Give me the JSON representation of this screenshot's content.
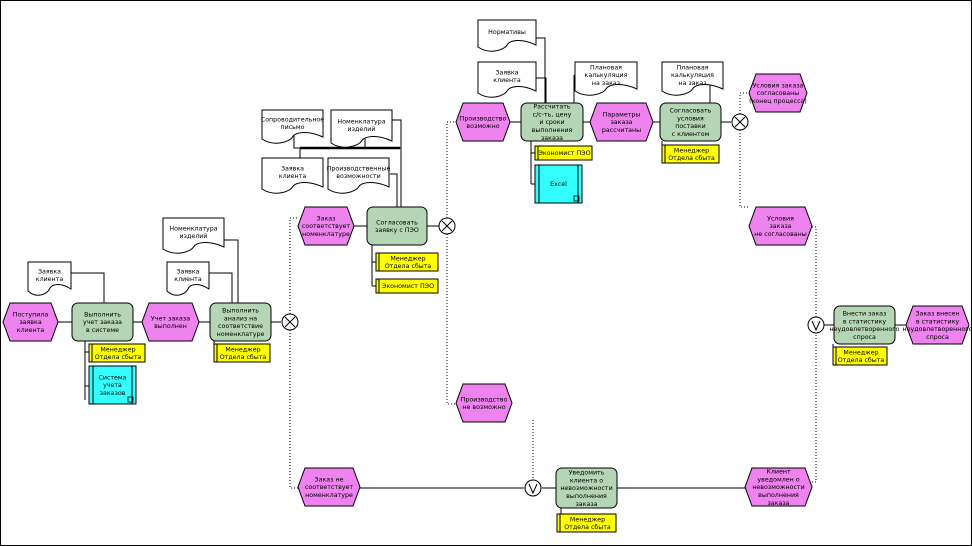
{
  "colors": {
    "event_fill": "#ee82ee",
    "function_fill": "#b5d6b5",
    "role_fill": "#ffff00",
    "system_fill": "#33ffff",
    "doc_fill": "#ffffff",
    "stroke": "#000000"
  },
  "events": {
    "e1": [
      "Поступила",
      "заявка",
      "клиента"
    ],
    "e2": [
      "Учет заказа",
      "выполнен"
    ],
    "e3": [
      "Заказ",
      "соответствует",
      "номенклатуре"
    ],
    "e4": [
      "Заказ не",
      "соответствует",
      "номенклатуре"
    ],
    "e5": [
      "Производство",
      "возможно"
    ],
    "e6": [
      "Производство",
      "не возможно"
    ],
    "e7": [
      "Параметры",
      "заказа",
      "рассчитаны"
    ],
    "e8": [
      "Условия заказа",
      "согласованы",
      "(конец процесса)"
    ],
    "e9": [
      "Условия",
      "заказа",
      "не согласованы"
    ],
    "e10": [
      "Клиент",
      "уведомлен о",
      "невозможности",
      "выполнения",
      "заказа"
    ],
    "e11": [
      "Заказ внесен",
      "в статистику",
      "неудовлетворенного",
      "спроса"
    ]
  },
  "functions": {
    "f1": [
      "Выполнить",
      "учет заказа",
      "в системе"
    ],
    "f2": [
      "Выполнить",
      "анализ на",
      "соответствие",
      "номенклатуре"
    ],
    "f3": [
      "Согласовать",
      "заявку с ПЭО"
    ],
    "f4": [
      "Рассчитать",
      "с/с-ть, цену",
      "и сроки",
      "выполнения",
      "заказа"
    ],
    "f5": [
      "Согласовать",
      "условия",
      "поставки",
      "с клиентом"
    ],
    "f6": [
      "Уведомить",
      "клиента о",
      "невозможности",
      "выполнения",
      "заказа"
    ],
    "f7": [
      "Внести заказ",
      "в статистику",
      "неудовлетворенного",
      "спроса"
    ]
  },
  "roles": {
    "r1": [
      "Менеджер",
      "Отдела сбыта"
    ],
    "r2": [
      "Менеджер",
      "Отдела сбыта"
    ],
    "r3": [
      "Менеджер",
      "Отдела сбыта"
    ],
    "r4": [
      "Экономист ПЭО"
    ],
    "r5": [
      "Экономист ПЭО"
    ],
    "r6": [
      "Менеджер",
      "Отдела сбыта"
    ],
    "r7": [
      "Менеджер",
      "Отдела сбыта"
    ],
    "r8": [
      "Менеджер",
      "Отдела сбыта"
    ]
  },
  "systems": {
    "s1": [
      "Система",
      "учета",
      "заказов"
    ],
    "s2": [
      "Excel"
    ]
  },
  "documents": {
    "d1": [
      "Заявка",
      "клиента"
    ],
    "d2": [
      "Номенклатура",
      "изделий"
    ],
    "d3": [
      "Заявка",
      "клиента"
    ],
    "d4": [
      "Сопроводительное",
      "письмо"
    ],
    "d5": [
      "Номенклатура",
      "изделий"
    ],
    "d6": [
      "Заявка",
      "клиента"
    ],
    "d7": [
      "Производственные",
      "возможности"
    ],
    "d8": [
      "Нормативы"
    ],
    "d9": [
      "Заявка",
      "клиента"
    ],
    "d10": [
      "Плановая",
      "калькуляция",
      "на заказ"
    ],
    "d11": [
      "Плановая",
      "калькуляция",
      "на заказ"
    ]
  },
  "connectors": {
    "c1": "XOR",
    "c2": "XOR",
    "c3": "XOR",
    "c4": "OR",
    "c5": "OR"
  }
}
